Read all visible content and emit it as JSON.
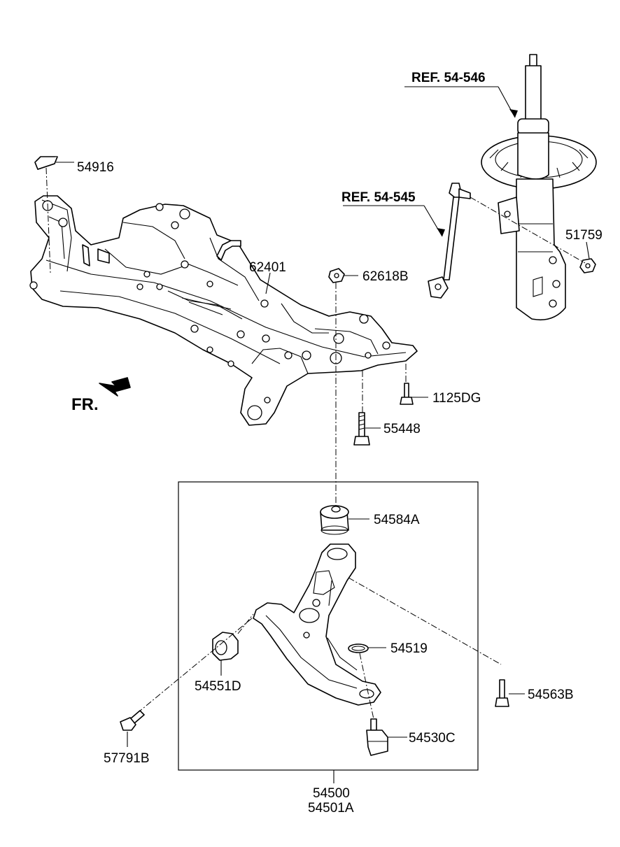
{
  "refs": {
    "strut": "REF. 54-546",
    "link": "REF. 54-545"
  },
  "direction": {
    "label": "FR."
  },
  "parts": {
    "p54916": "54916",
    "p62401": "62401",
    "p62618B": "62618B",
    "p51759": "51759",
    "p1125DG": "1125DG",
    "p55448": "55448",
    "p54584A": "54584A",
    "p54519": "54519",
    "p54551D": "54551D",
    "p54563B": "54563B",
    "p54530C": "54530C",
    "p57791B": "57791B",
    "p54500": "54500",
    "p54501A": "54501A"
  }
}
